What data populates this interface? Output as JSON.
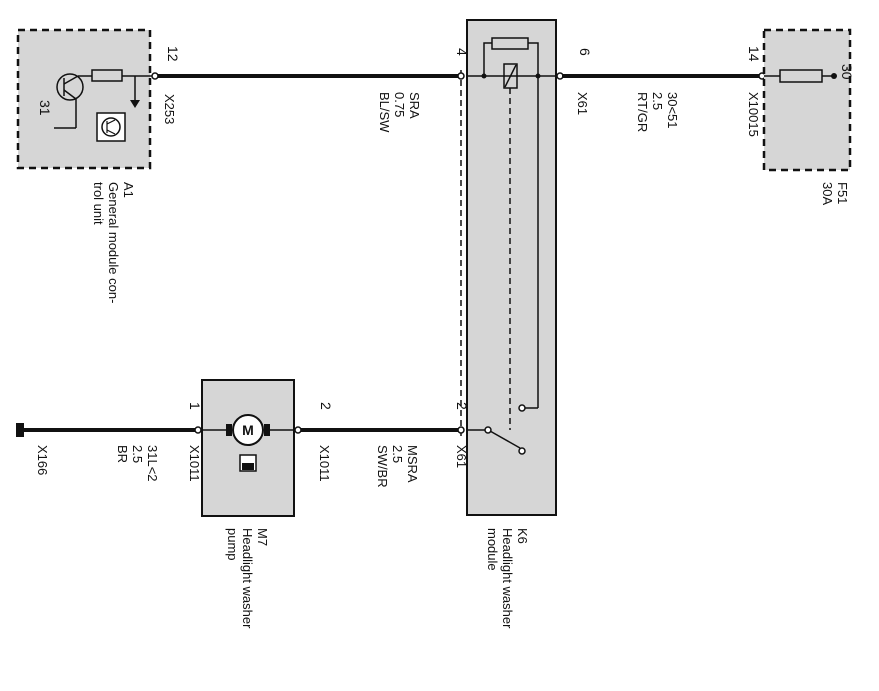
{
  "components": {
    "a1": {
      "id": "A1",
      "name_line1": "General module con-",
      "name_line2": "trol unit",
      "ground_pin": "31"
    },
    "f51": {
      "id": "F51",
      "rating": "30A",
      "pin": "30"
    },
    "k6": {
      "id": "K6",
      "name_line1": "Headlight washer",
      "name_line2": "module"
    },
    "m7": {
      "id": "M7",
      "name_line1": "Headlight washer",
      "name_line2": "pump",
      "motor_symbol": "M"
    }
  },
  "connectors": {
    "x253": {
      "label": "X253",
      "pin": "12"
    },
    "x61_top": {
      "label": "X61",
      "pin_left": "4",
      "pin_right": "6"
    },
    "x10015": {
      "label": "X10015",
      "pin": "14"
    },
    "x61_bottom": {
      "label": "X61",
      "pin": "2"
    },
    "x1011_left": {
      "label": "X1011",
      "pin": "1"
    },
    "x1011_right": {
      "label": "X1011",
      "pin": "2"
    },
    "x166": {
      "label": "X166"
    }
  },
  "wires": {
    "sra": {
      "signal": "SRA",
      "gauge": "0.75",
      "color": "BL/SW"
    },
    "k30": {
      "signal": "30<51",
      "gauge": "2.5",
      "color": "RT/GR"
    },
    "msra": {
      "signal": "MSRA",
      "gauge": "2.5",
      "color": "SW/BR"
    },
    "gnd": {
      "signal": "31L<2",
      "gauge": "2.5",
      "color": "BR"
    }
  }
}
